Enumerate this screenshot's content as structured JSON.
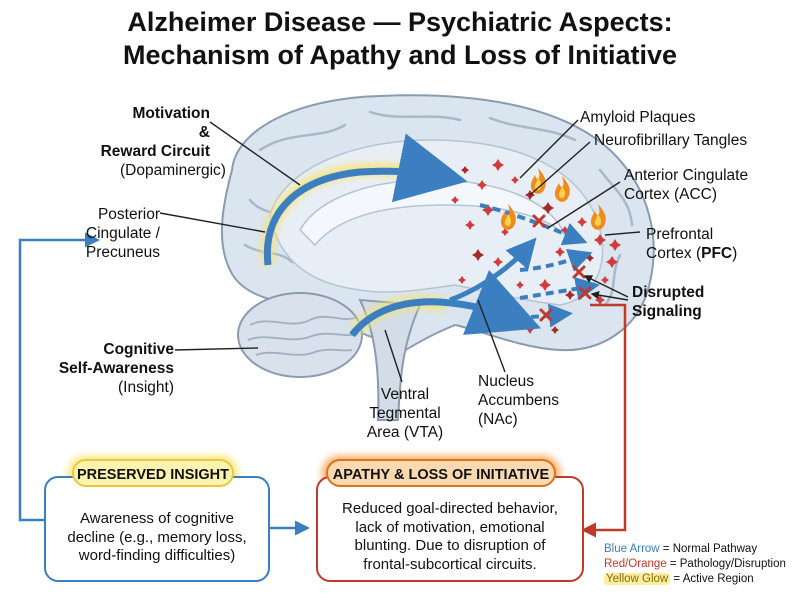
{
  "title": {
    "line1": "Alzheimer Disease — Psychiatric Aspects:",
    "line2": "Mechanism of Apathy and Loss of Initiative"
  },
  "labels": {
    "motivation": {
      "bold": "Motivation &",
      "bold2": "Reward Circuit",
      "normal": "(Dopaminergic)"
    },
    "posterior": {
      "line1": "Posterior",
      "line2": "Cingulate /",
      "line3": "Precuneus"
    },
    "cognitive": {
      "bold": "Cognitive",
      "bold2": "Self-Awareness",
      "normal": "(Insight)"
    },
    "vta": {
      "line1": "Ventral",
      "line2": "Tegmental",
      "line3": "Area (VTA)"
    },
    "nac": {
      "line1": "Nucleus",
      "line2": "Accumbens",
      "line3": "(NAc)"
    },
    "amyloid": "Amyloid Plaques",
    "tangles": "Neurofibrillary Tangles",
    "acc": {
      "line1": "Anterior Cingulate",
      "line2": "Cortex (ACC)"
    },
    "pfc": {
      "line1": "Prefrontal",
      "line2_prefix": "Cortex (",
      "line2_bold": "PFC",
      "line2_suffix": ")"
    },
    "disrupted": {
      "line1": "Disrupted",
      "line2": "Signaling"
    }
  },
  "boxes": {
    "insight": {
      "heading": "PRESERVED INSIGHT",
      "lines": [
        "Awareness of cognitive",
        "decline (e.g., memory loss,",
        "word-finding difficulties)"
      ]
    },
    "apathy": {
      "heading": "APATHY & LOSS OF INITIATIVE",
      "lines": [
        "Reduced goal-directed behavior,",
        "lack of motivation, emotional",
        "blunting. Due to disruption of",
        "frontal-subcortical circuits."
      ]
    }
  },
  "legend": {
    "blue": {
      "key": "Blue Arrow",
      "desc": " = Normal Pathway"
    },
    "red": {
      "key": "Red/Orange",
      "desc": " = Pathology/Disruption"
    },
    "yellow": {
      "key": "Yellow Glow",
      "desc": " = Active Region"
    }
  },
  "colors": {
    "blue_arrow": "#3b7fc0",
    "red_pathology": "#c0392b",
    "orange_fire": "#f08a1c",
    "yellow_glow": "#f7e36a",
    "brain_fill": "#dce6f0",
    "box_insight_border": "#3b7fc0",
    "box_apathy_border": "#c0392b"
  }
}
